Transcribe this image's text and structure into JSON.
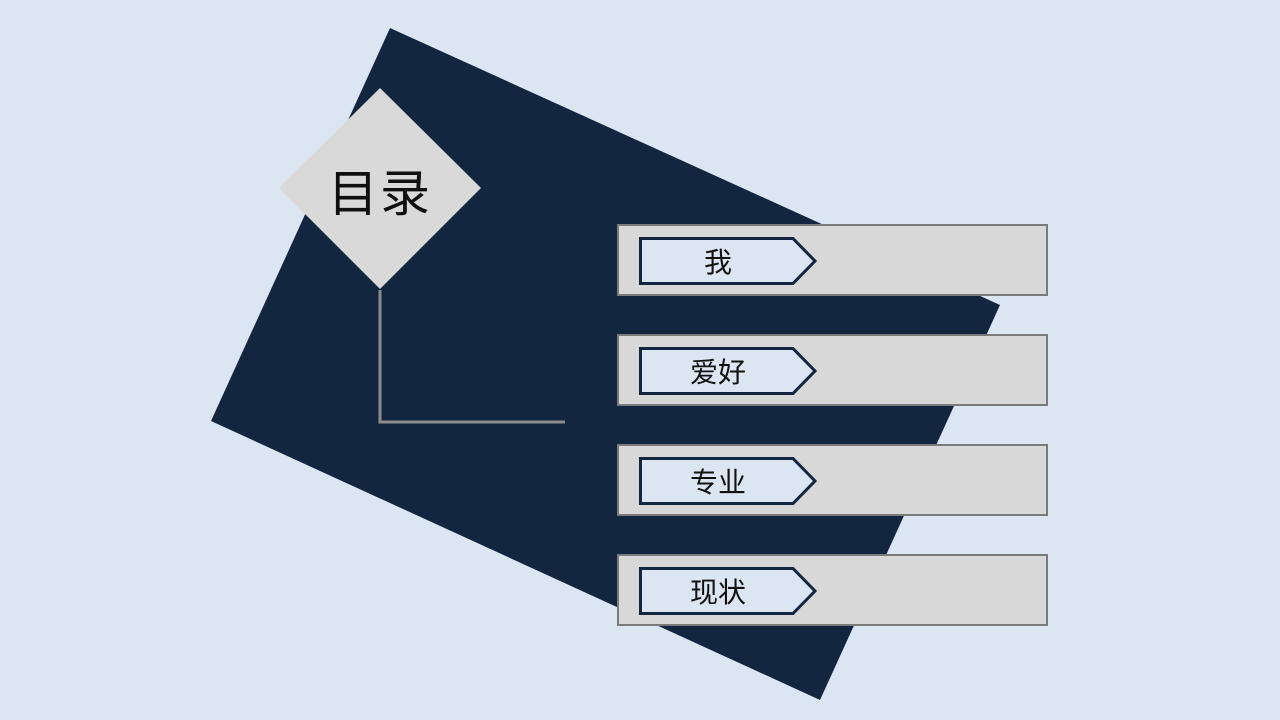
{
  "slide": {
    "title": "目录",
    "items": [
      {
        "label": "我"
      },
      {
        "label": "爱好"
      },
      {
        "label": "专业"
      },
      {
        "label": "现状"
      }
    ]
  },
  "colors": {
    "background": "#dce6f2",
    "dark_panel": "#12263f",
    "diamond": "#d9d9d9",
    "bar": "#d8d8d8",
    "bar_border": "#7a7a7a",
    "tag_fill": "#dce6f2",
    "tag_border": "#12263f",
    "connector_line": "#8c8c8c"
  }
}
